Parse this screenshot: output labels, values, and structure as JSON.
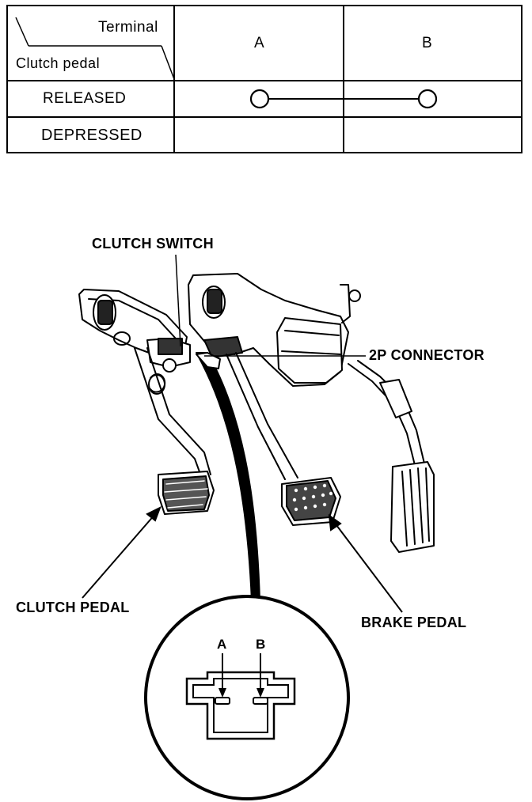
{
  "table": {
    "header_top": "Terminal",
    "header_bottom": "Clutch pedal",
    "columns": [
      "A",
      "B"
    ],
    "rows": [
      {
        "label": "RELEASED",
        "continuity": true
      },
      {
        "label": "DEPRESSED",
        "continuity": false
      }
    ]
  },
  "callouts": {
    "clutch_switch": "CLUTCH SWITCH",
    "connector": "2P CONNECTOR",
    "clutch_pedal": "CLUTCH PEDAL",
    "brake_pedal": "BRAKE PEDAL"
  },
  "connector_detail": {
    "terminal_a": "A",
    "terminal_b": "B"
  }
}
